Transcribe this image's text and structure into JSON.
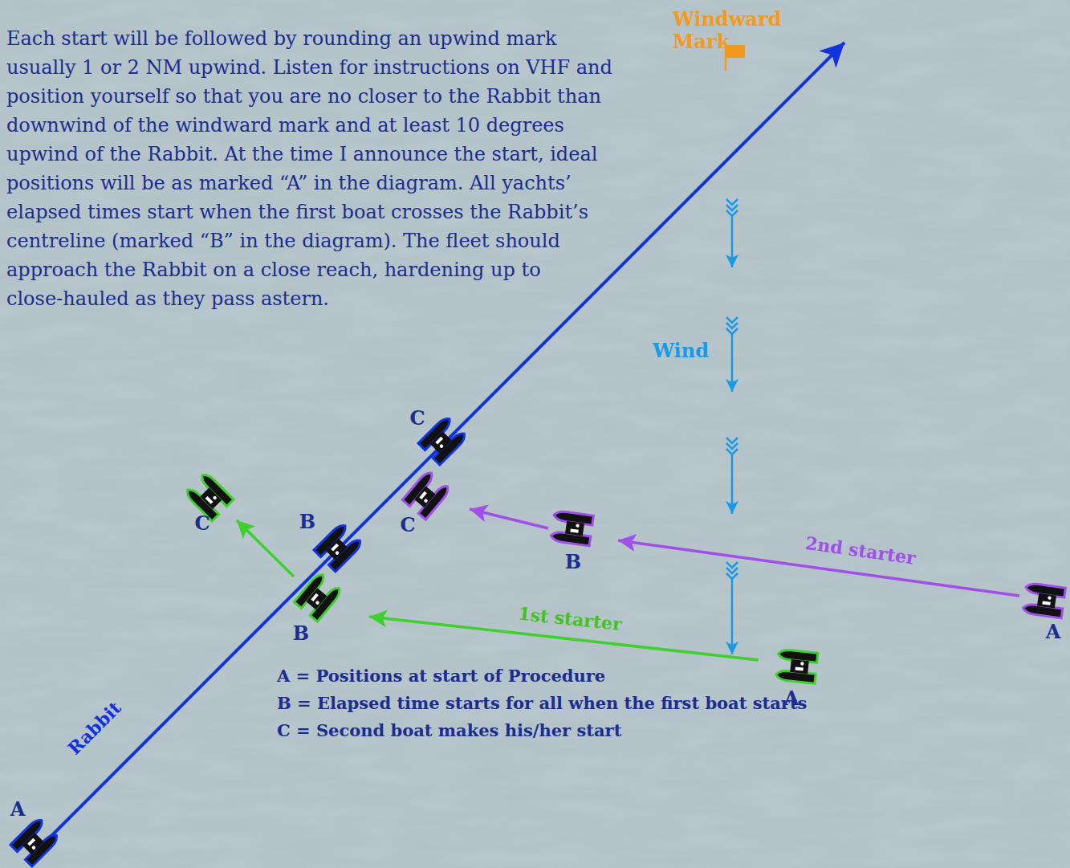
{
  "diagram": {
    "labels": [
      "Each start will be followed by rounding an upwind mark usually 1 or 2 NM upwind. Listen for instructions on VHF and position yourself so that you are no closer to the Rabbit than downwind of the windward mark and at least 10 degrees upwind of the Rabbit. At the time I announce the start, ideal positions will be as marked “A” in the diagram. All yachts’ elapsed times start when the first boat crosses the Rabbit’s centreline (marked “B” in the diagram). The fleet should approach the Rabbit on a close reach, hardening up to close-hauled as they pass astern.",
      "Windward Mark",
      "Wind",
      "Rabbit",
      "1st starter",
      "2nd starter",
      "A",
      "A",
      "A",
      "B",
      "B",
      "B",
      "C",
      "C",
      "C",
      "A = Positions at start of Procedure",
      "B = Elapsed time starts for all when the first boat starts",
      "C = Second boat makes his/her start"
    ]
  }
}
